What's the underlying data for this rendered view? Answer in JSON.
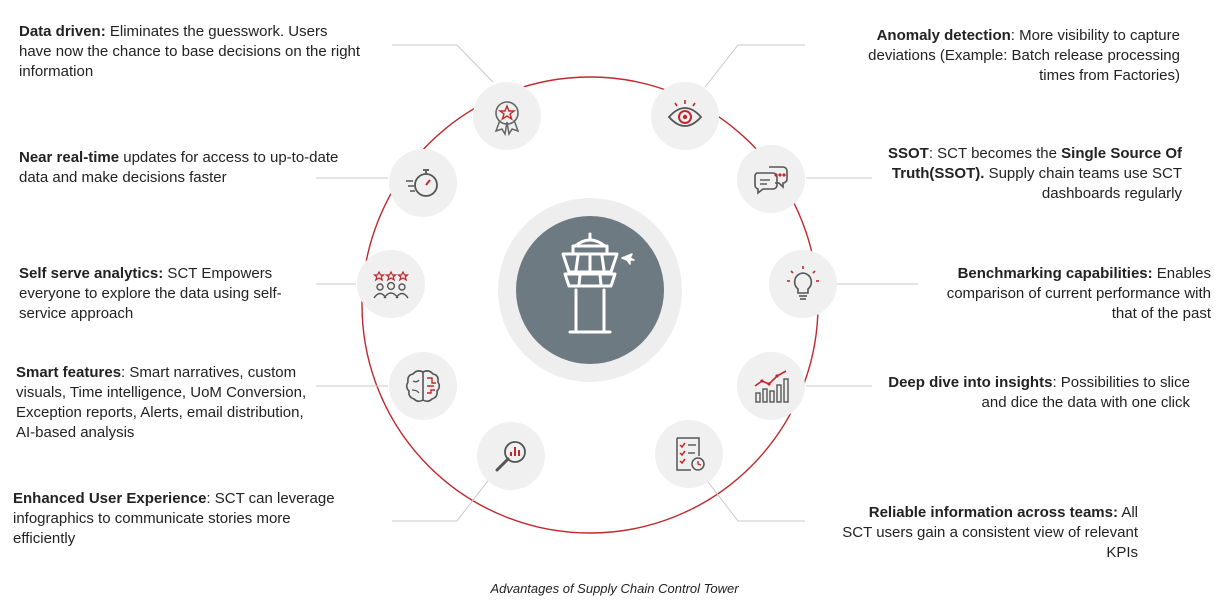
{
  "colors": {
    "accent": "#c0282d",
    "hub": "#6d7a82",
    "bubble": "#f0f0f0",
    "text": "#222222"
  },
  "hub": {
    "icon": "control-tower-icon"
  },
  "features": [
    {
      "id": "data-driven",
      "side": "left",
      "icon": "award-ribbon-icon",
      "title": "Data driven:",
      "text": " Eliminates the guesswork. Users have now the chance to base decisions on the right information"
    },
    {
      "id": "near-real-time",
      "side": "left",
      "icon": "stopwatch-icon",
      "title": "Near real-time",
      "text": " updates for access to up-to-date data and make decisions faster"
    },
    {
      "id": "self-serve",
      "side": "left",
      "icon": "users-stars-icon",
      "title": "Self serve analytics:",
      "text": " SCT Empowers everyone to explore the data using self-service approach"
    },
    {
      "id": "smart-features",
      "side": "left",
      "icon": "brain-circuit-icon",
      "title": "Smart features",
      "text": ": Smart narratives, custom visuals, Time intelligence, UoM Conversion, Exception reports, Alerts, email distribution, AI-based analysis"
    },
    {
      "id": "enhanced-ux",
      "side": "left",
      "icon": "magnifier-chart-icon",
      "title": "Enhanced User Experience",
      "text": ": SCT can leverage infographics to communicate stories more efficiently"
    },
    {
      "id": "anomaly",
      "side": "right",
      "icon": "eye-icon",
      "title": "Anomaly detection",
      "text": ": More visibility to capture deviations (Example: Batch release processing times from Factories)"
    },
    {
      "id": "ssot",
      "side": "right",
      "icon": "chat-bubbles-icon",
      "title": "SSOT",
      "text": ": SCT becomes the ",
      "title2": "Single Source Of Truth(SSOT).",
      "text2": " Supply chain teams use SCT dashboards regularly"
    },
    {
      "id": "benchmarking",
      "side": "right",
      "icon": "lightbulb-icon",
      "title": "Benchmarking capabilities:",
      "text": " Enables comparison of current performance with that of the past"
    },
    {
      "id": "deep-dive",
      "side": "right",
      "icon": "bar-trend-icon",
      "title": "Deep dive into insights",
      "text": ": Possibilities to slice and dice the data with one click"
    },
    {
      "id": "reliable-info",
      "side": "right",
      "icon": "checklist-icon",
      "title": "Reliable information across teams:",
      "text": " All SCT users gain a consistent view of relevant KPIs"
    }
  ],
  "caption": "Advantages of Supply Chain Control Tower"
}
